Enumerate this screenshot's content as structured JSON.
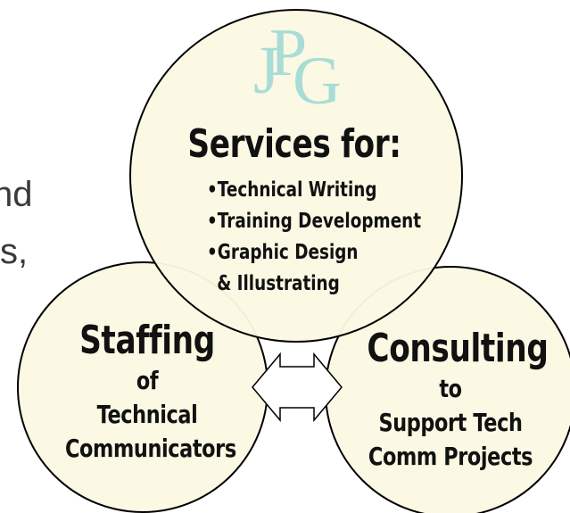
{
  "background_text": {
    "fragment_1": "nd",
    "fragment_2": "s,"
  },
  "logo": {
    "text": "JPG",
    "color": "#a9dcd6"
  },
  "services": {
    "title": "Services for:",
    "items": [
      "•Technical Writing",
      "•Training Development",
      "•Graphic Design",
      "& Illustrating"
    ]
  },
  "staffing": {
    "title": "Staffing",
    "lines": [
      "of",
      "Technical",
      "Communicators"
    ]
  },
  "consulting": {
    "title": "Consulting",
    "lines": [
      "to",
      "Support Tech",
      "Comm Projects"
    ]
  },
  "colors": {
    "circle_fill": "#fbf8e3",
    "stroke": "#000000"
  }
}
